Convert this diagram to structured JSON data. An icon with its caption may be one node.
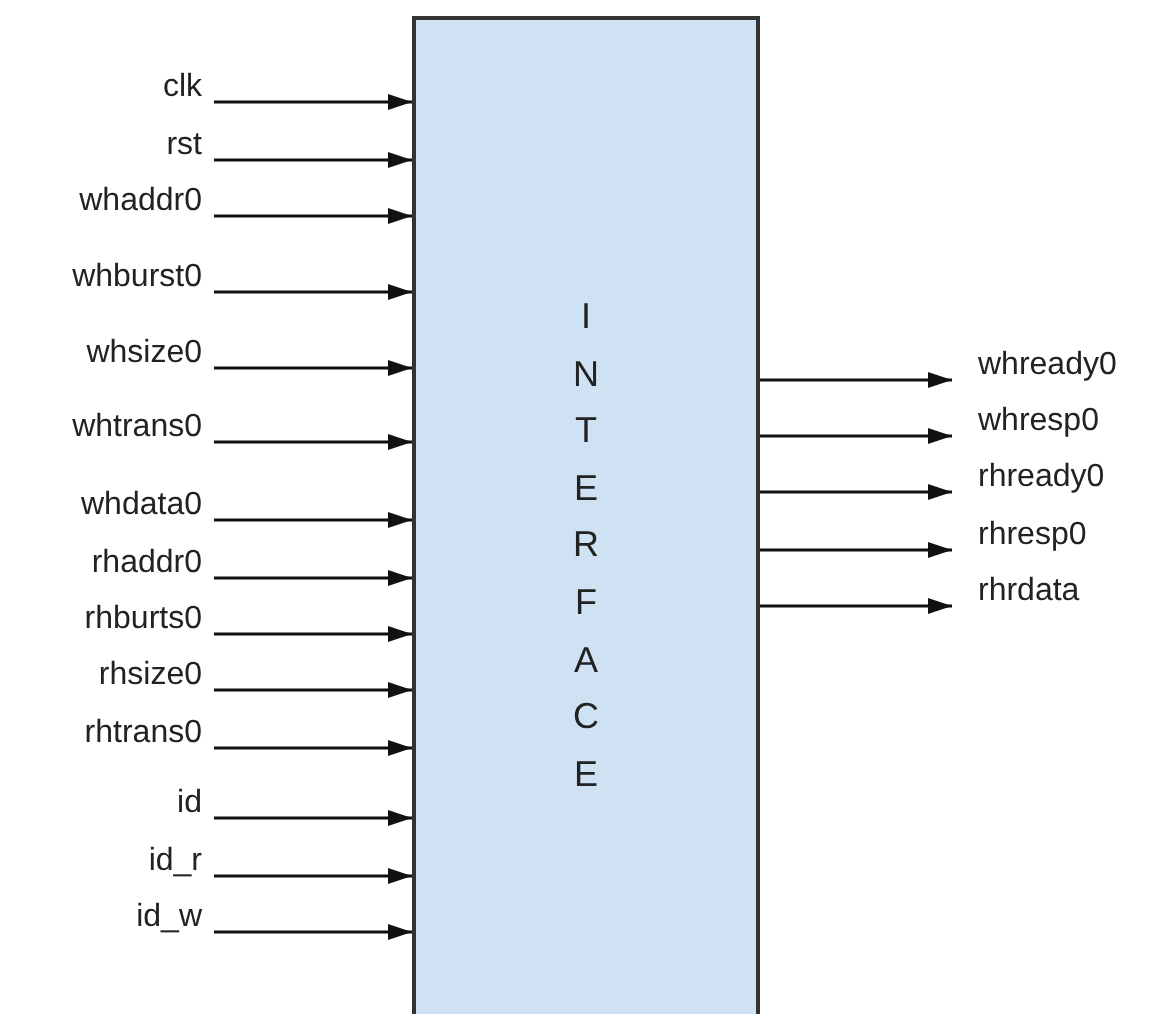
{
  "diagram": {
    "nodes": [
      {
        "text": [
          "INTERFACE"
        ]
      },
      {
        "text": [
          "clk"
        ]
      },
      {
        "text": [
          "rst"
        ]
      },
      {
        "text": [
          "whaddr0"
        ]
      },
      {
        "text": [
          "whburst0"
        ]
      },
      {
        "text": [
          "whsize0"
        ]
      },
      {
        "text": [
          "whtrans0"
        ]
      },
      {
        "text": [
          "whdata0"
        ]
      },
      {
        "text": [
          "rhaddr0"
        ]
      },
      {
        "text": [
          "rhburts0"
        ]
      },
      {
        "text": [
          "rhsize0"
        ]
      },
      {
        "text": [
          "rhtrans0"
        ]
      },
      {
        "text": [
          "id"
        ]
      },
      {
        "text": [
          "id_r"
        ]
      },
      {
        "text": [
          "id_w"
        ]
      },
      {
        "text": [
          "whready0"
        ]
      },
      {
        "text": [
          "whresp0"
        ]
      },
      {
        "text": [
          "rhready0"
        ]
      },
      {
        "text": [
          "rhresp0"
        ]
      },
      {
        "text": [
          "rhrdata"
        ]
      }
    ],
    "edges": [
      {
        "from": 1,
        "to": 0,
        "arrow": "to"
      },
      {
        "from": 2,
        "to": 0,
        "arrow": "to"
      },
      {
        "from": 3,
        "to": 0,
        "arrow": "to"
      },
      {
        "from": 4,
        "to": 0,
        "arrow": "to"
      },
      {
        "from": 5,
        "to": 0,
        "arrow": "to"
      },
      {
        "from": 6,
        "to": 0,
        "arrow": "to"
      },
      {
        "from": 7,
        "to": 0,
        "arrow": "to"
      },
      {
        "from": 8,
        "to": 0,
        "arrow": "to"
      },
      {
        "from": 9,
        "to": 0,
        "arrow": "to"
      },
      {
        "from": 10,
        "to": 0,
        "arrow": "to"
      },
      {
        "from": 11,
        "to": 0,
        "arrow": "to"
      },
      {
        "from": 12,
        "to": 0,
        "arrow": "to"
      },
      {
        "from": 13,
        "to": 0,
        "arrow": "to"
      },
      {
        "from": 14,
        "to": 0,
        "arrow": "to"
      },
      {
        "from": 0,
        "to": 15,
        "arrow": "to"
      },
      {
        "from": 0,
        "to": 16,
        "arrow": "to"
      },
      {
        "from": 0,
        "to": 17,
        "arrow": "to"
      },
      {
        "from": 0,
        "to": 18,
        "arrow": "to"
      },
      {
        "from": 0,
        "to": 19,
        "arrow": "to"
      }
    ]
  }
}
